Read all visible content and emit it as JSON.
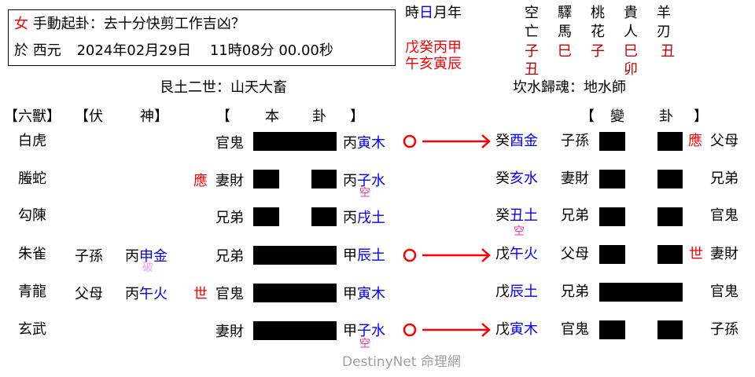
{
  "header": {
    "gender": "女",
    "question": "手動起卦：去十分快剪工作吉凶？",
    "date_prefix": "於 西元",
    "date": "2024年02月29日",
    "time": "11時08分 00.00秒"
  },
  "pillars": {
    "labels": [
      "時",
      "日",
      "月",
      "年"
    ],
    "stems": "戊癸丙甲",
    "branches": "午亥寅辰"
  },
  "shensha": [
    {
      "name_top": "空",
      "name_bottom": "亡",
      "values": [
        "子",
        "丑"
      ]
    },
    {
      "name_top": "驛",
      "name_bottom": "馬",
      "values": [
        "巳"
      ]
    },
    {
      "name_top": "桃",
      "name_bottom": "花",
      "values": [
        "子"
      ]
    },
    {
      "name_top": "貴",
      "name_bottom": "人",
      "values": [
        "巳",
        "卯"
      ]
    },
    {
      "name_top": "羊",
      "name_bottom": "刃",
      "values": [
        "丑"
      ]
    }
  ],
  "main_gua_title": "艮土二世：山天大畜",
  "changed_gua_title": "坎水歸魂：地水師",
  "columns": {
    "six_beasts": "【六獸】",
    "fushen_open": "【伏",
    "fushen_close": "神】",
    "main_open": "【",
    "main_1": "本",
    "main_2": "卦",
    "main_close": "】",
    "changed_open": "【",
    "changed_1": "變",
    "changed_2": "卦",
    "changed_close": "】"
  },
  "rows": [
    {
      "beast": "白虎",
      "fushen_rel": "",
      "fushen_stem": "",
      "fushen_branch": "",
      "fushen_mark": "",
      "main_mark": "",
      "main_rel": "官鬼",
      "main_line": "yang",
      "main_stem": "丙",
      "main_branch": "寅木",
      "main_kong": "",
      "moving": true,
      "ch_stem": "癸",
      "ch_branch": "酉金",
      "ch_kong": "",
      "ch_rel": "子孫",
      "ch_line": "yin",
      "ch_mark": "應",
      "ch_rel2": "父母"
    },
    {
      "beast": "螣蛇",
      "fushen_rel": "",
      "fushen_stem": "",
      "fushen_branch": "",
      "fushen_mark": "",
      "main_mark": "應",
      "main_rel": "妻財",
      "main_line": "yin",
      "main_stem": "丙",
      "main_branch": "子水",
      "main_kong": "空",
      "moving": false,
      "ch_stem": "癸",
      "ch_branch": "亥水",
      "ch_kong": "",
      "ch_rel": "妻財",
      "ch_line": "yin",
      "ch_mark": "",
      "ch_rel2": "兄弟"
    },
    {
      "beast": "勾陳",
      "fushen_rel": "",
      "fushen_stem": "",
      "fushen_branch": "",
      "fushen_mark": "",
      "main_mark": "",
      "main_rel": "兄弟",
      "main_line": "yin",
      "main_stem": "丙",
      "main_branch": "戌土",
      "main_kong": "",
      "moving": false,
      "ch_stem": "癸",
      "ch_branch": "丑土",
      "ch_kong": "空",
      "ch_rel": "兄弟",
      "ch_line": "yin",
      "ch_mark": "",
      "ch_rel2": "官鬼"
    },
    {
      "beast": "朱雀",
      "fushen_rel": "子孫",
      "fushen_stem": "丙",
      "fushen_branch": "申金",
      "fushen_mark": "破",
      "main_mark": "",
      "main_rel": "兄弟",
      "main_line": "yang",
      "main_stem": "甲",
      "main_branch": "辰土",
      "main_kong": "",
      "moving": true,
      "ch_stem": "戊",
      "ch_branch": "午火",
      "ch_kong": "",
      "ch_rel": "父母",
      "ch_line": "yin",
      "ch_mark": "世",
      "ch_rel2": "妻財"
    },
    {
      "beast": "青龍",
      "fushen_rel": "父母",
      "fushen_stem": "丙",
      "fushen_branch": "午火",
      "fushen_mark": "",
      "main_mark": "世",
      "main_rel": "官鬼",
      "main_line": "yang",
      "main_stem": "甲",
      "main_branch": "寅木",
      "main_kong": "",
      "moving": false,
      "ch_stem": "戊",
      "ch_branch": "辰土",
      "ch_kong": "",
      "ch_rel": "兄弟",
      "ch_line": "yang",
      "ch_mark": "",
      "ch_rel2": "官鬼"
    },
    {
      "beast": "玄武",
      "fushen_rel": "",
      "fushen_stem": "",
      "fushen_branch": "",
      "fushen_mark": "",
      "main_mark": "",
      "main_rel": "妻財",
      "main_line": "yang",
      "main_stem": "甲",
      "main_branch": "子水",
      "main_kong": "空",
      "moving": true,
      "ch_stem": "戊",
      "ch_branch": "寅木",
      "ch_kong": "",
      "ch_rel": "官鬼",
      "ch_line": "yin",
      "ch_mark": "",
      "ch_rel2": "子孫"
    }
  ],
  "footer": "DestinyNet 命理網",
  "colors": {
    "red": "#ff0000",
    "dark_red": "#c00000",
    "blue": "#0000ff",
    "pink": "#ff3399",
    "light_pink": "#ff99ff",
    "footer_gray": "#a0a0a0"
  }
}
